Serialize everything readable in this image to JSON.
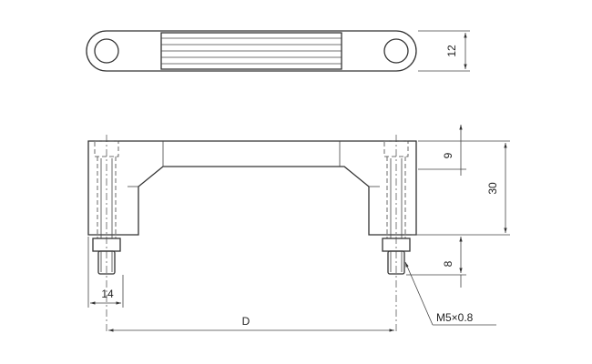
{
  "dimensions": {
    "top_view_height": "12",
    "top_segment": "9",
    "total_height": "30",
    "thread_length": "8",
    "width": "14",
    "center_distance": "D",
    "thread_spec": "M5×0.8"
  }
}
